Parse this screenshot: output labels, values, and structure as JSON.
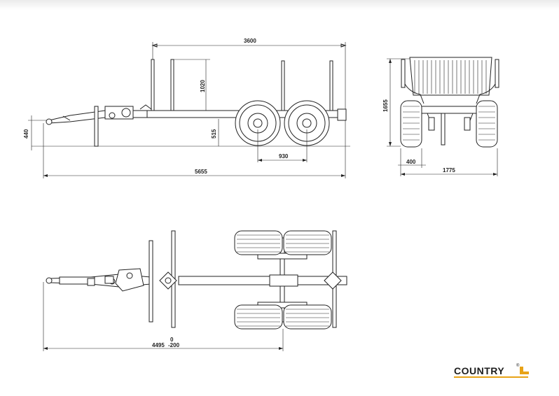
{
  "dimensions": {
    "side_top_length": "3600",
    "stake_height": "1020",
    "hitch_height": "440",
    "frame_height": "515",
    "axle_spacing": "930",
    "total_length": "5655",
    "rear_height": "1655",
    "rear_offset": "400",
    "rear_width": "1775",
    "plan_zero": "0",
    "plan_length": "4495",
    "plan_offset": "-200"
  },
  "brand": {
    "name": "COUNTRY",
    "registered": "®",
    "accent_color": "#e8a317"
  },
  "colors": {
    "line": "#222222",
    "background": "#ffffff"
  }
}
